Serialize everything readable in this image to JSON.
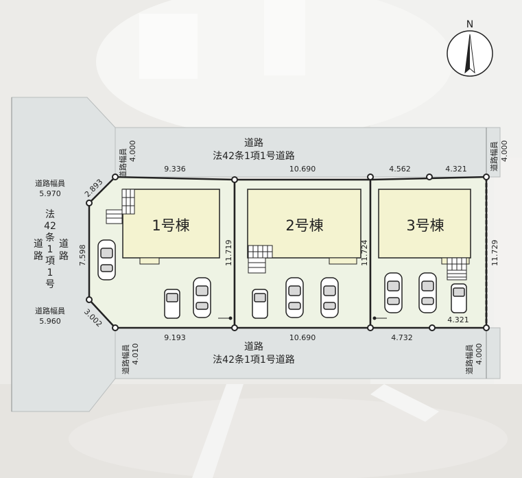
{
  "compass": {
    "label": "N"
  },
  "roads": {
    "north_title": "道路",
    "north_sub": "法42条1項1号道路",
    "south_title": "道路",
    "south_sub": "法42条1項1号道路",
    "west_chars": [
      "法",
      "42",
      "条",
      "1",
      "項",
      "1",
      "号"
    ],
    "west_col_left": [
      "道",
      "路"
    ],
    "west_col_right": [
      "道",
      "路"
    ]
  },
  "road_widths": {
    "label": "道路幅員",
    "north_left": "4.000",
    "north_right": "4.000",
    "west_top": "5.970",
    "west_bottom": "5.960",
    "south_left": "4.010",
    "south_right": "4.000"
  },
  "buildings": [
    "1号棟",
    "2号棟",
    "3号棟"
  ],
  "dims": {
    "top": [
      "9.336",
      "10.690",
      "4.562",
      "4.321"
    ],
    "bottom": [
      "9.193",
      "10.690",
      "4.732",
      "4.321"
    ],
    "corner_top": "2.893",
    "corner_bottom": "3.002",
    "west_side": "7.598",
    "depth_1": "11.719",
    "depth_2": "11.724",
    "depth_3": "11.729",
    "lot3_inner": "4.321"
  },
  "colors": {
    "background": "#eceae7",
    "road": "#dfe3e3",
    "lot": "#eef3e4",
    "building": "#f4f3d0",
    "line": "#222222"
  }
}
